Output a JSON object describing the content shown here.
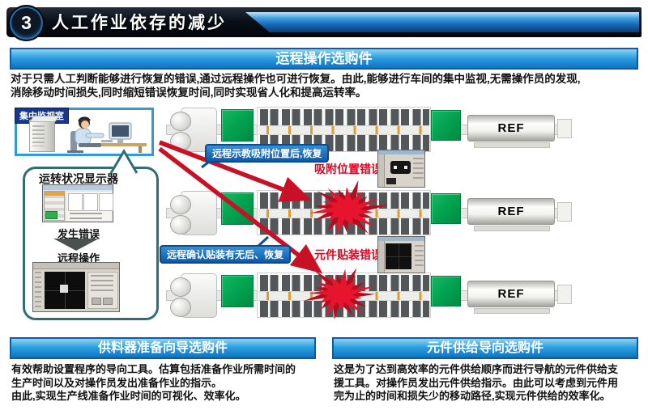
{
  "header": {
    "number": "3",
    "title": "人工作业依存的减少"
  },
  "remote_section": {
    "banner": "运程操作选购件",
    "description_line1": "对于只需人工判断能够进行恢复的错误,通过远程操作也可进行恢复。由此,能够进行车间的集中监视,无需操作员的发现,",
    "description_line2": "消除移动时间损失,同时缩短错误恢复时间,同时实现省人化和提高运转率。"
  },
  "diagram": {
    "monitor_room_label": "集中监视室",
    "flow": {
      "monitor_title": "运转状况显示器",
      "error_event": "发生错误",
      "remote_action": "远程操作"
    },
    "callout_pickup": "远程示教吸附位置后,恢复",
    "callout_placement": "远程确认贴装有无后、恢复",
    "pickup_error": "吸附位置错误",
    "placement_error": "元件贴装错误",
    "ref_label": "REF"
  },
  "feeder_section": {
    "banner": "供料器准备向导选购件",
    "lines": [
      "有效帮助设置程序的导向工具。估算包括准备作业所需时间的",
      "生产时间以及对操作员发出准备作业的指示。",
      "由此,实现生产线准备作业时间的可视化、效率化。"
    ]
  },
  "supply_section": {
    "banner": "元件供给导向选购件",
    "lines": [
      "这是为了达到高效率的元件供给顺序而进行导航的元件供给支",
      "援工具。对操作员发出元件供给指示。由此可以考虑到元件用",
      "完为止的时间和损失少的移动路径,实现元件供给的效率化。"
    ]
  },
  "colors": {
    "banner_blue": "#1593dd",
    "machine_green": "#00a651",
    "alert_red": "#e3001e",
    "callout_blue": "#0d5aa8",
    "header_dark": "#0a1018"
  }
}
